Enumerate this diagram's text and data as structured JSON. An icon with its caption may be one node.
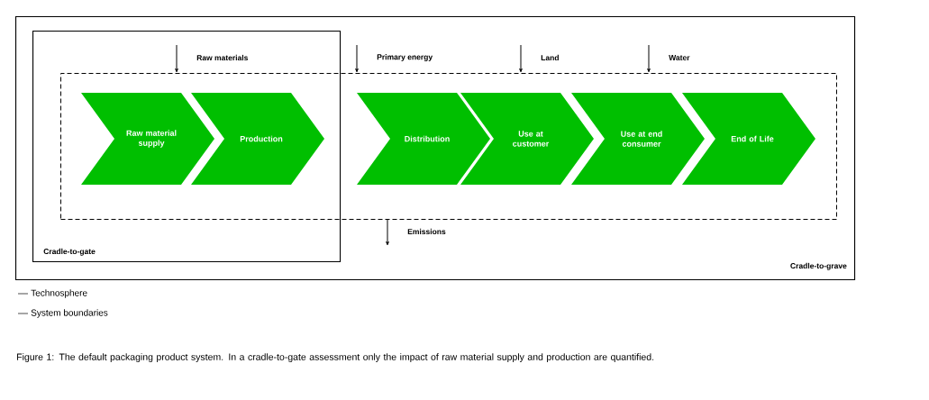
{
  "diagram": {
    "caption": "Figure 1: The default packaging product system. In a cradle-to-gate assessment only the impact of raw material supply and production are quantified.",
    "nodes": [
      {
        "text": [
          "Cradle-to-grave"
        ]
      },
      {
        "text": [
          "Cradle-to-gate"
        ],
        "in": 0
      },
      {
        "text": [],
        "shape": "box",
        "in": 0
      },
      {
        "text": [
          "Raw material supply"
        ]
      },
      {
        "text": [
          "Production"
        ]
      },
      {
        "text": [
          "Distribution"
        ],
        "in": 2
      },
      {
        "text": [
          "Use at customer"
        ],
        "in": 2
      },
      {
        "text": [
          "Use at end consumer"
        ],
        "in": 2
      },
      {
        "text": [
          "End of Life"
        ],
        "in": 2
      }
    ],
    "edges": [
      {
        "from": 1,
        "to": 2,
        "arrow": "to",
        "label": "Raw materials"
      },
      {
        "from": null,
        "to": 2,
        "arrow": "to",
        "label": "Primary energy"
      },
      {
        "from": null,
        "to": 2,
        "arrow": "to",
        "label": "Land"
      },
      {
        "from": null,
        "to": 2,
        "arrow": "to",
        "label": "Water"
      },
      {
        "from": 2,
        "to": null,
        "arrow": "to",
        "label": "Emissions"
      }
    ],
    "legend": [
      {
        "text": "Technosphere"
      },
      {
        "text": "System boundaries"
      }
    ]
  }
}
